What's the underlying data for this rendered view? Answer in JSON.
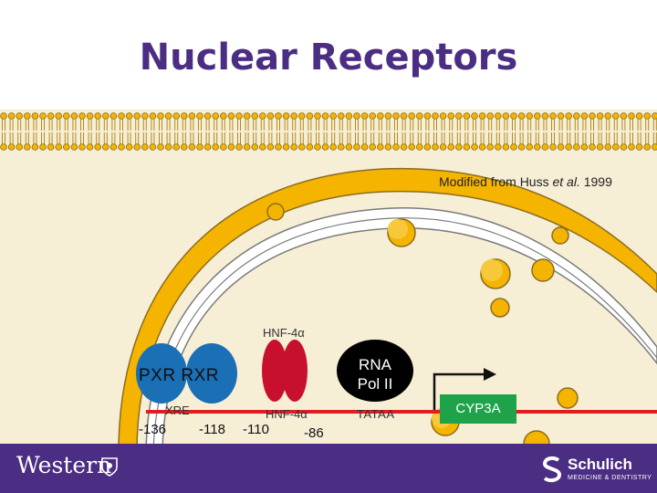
{
  "slide": {
    "title": "Nuclear Receptors",
    "credit_prefix": "Modified from Huss ",
    "credit_italic": "et al.",
    "credit_suffix": " 1999"
  },
  "diagram": {
    "hnf_label_top": "HNF-4α",
    "receptor_label": "PXR RXR",
    "rna_pol_line1": "RNA",
    "rna_pol_line2": "Pol II",
    "xre_label": "XRE",
    "hnf_label_bottom": "HNF-4α",
    "tataa_label": "TATAA",
    "gene_label": "CYP3A",
    "positions": [
      "-136",
      "-118",
      "-110",
      "-86"
    ]
  },
  "footer": {
    "left_logo_text": "Western",
    "right_logo_text": "Schulich",
    "right_logo_subtext": "MEDICINE & DENTISTRY"
  },
  "colors": {
    "title": "#4b2e83",
    "footer_band": "#4b2e83",
    "cytoplasm": "#f7eed6",
    "nucleus_envelope": "#f4b400",
    "receptor_blue": "#1a6fb5",
    "hnf_red": "#c8102e",
    "rna_pol": "#000000",
    "gene_green": "#1fa34a",
    "dna_line": "#e31b23"
  }
}
